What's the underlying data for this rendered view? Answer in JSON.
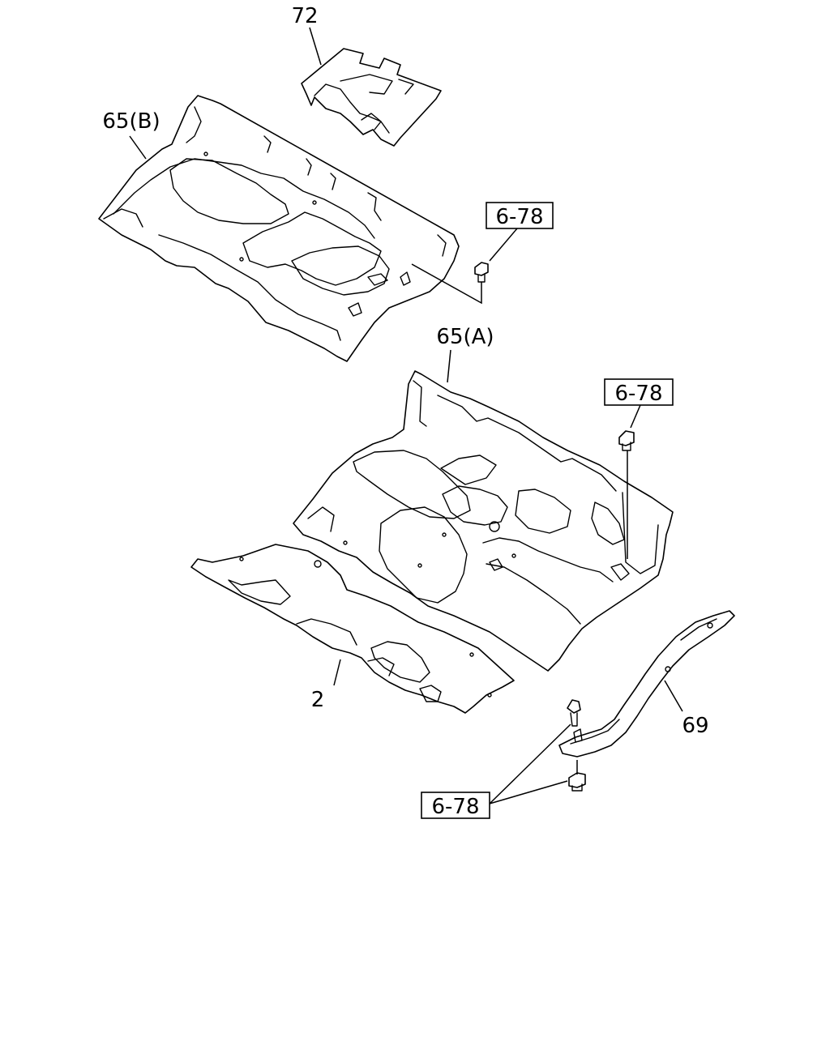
{
  "diagram": {
    "labels": {
      "part_72": "72",
      "part_65b": "65(B)",
      "part_65a": "65(A)",
      "part_2": "2",
      "part_69": "69"
    },
    "references": {
      "ref_upper": "6-78",
      "ref_middle": "6-78",
      "ref_lower": "6-78"
    }
  }
}
